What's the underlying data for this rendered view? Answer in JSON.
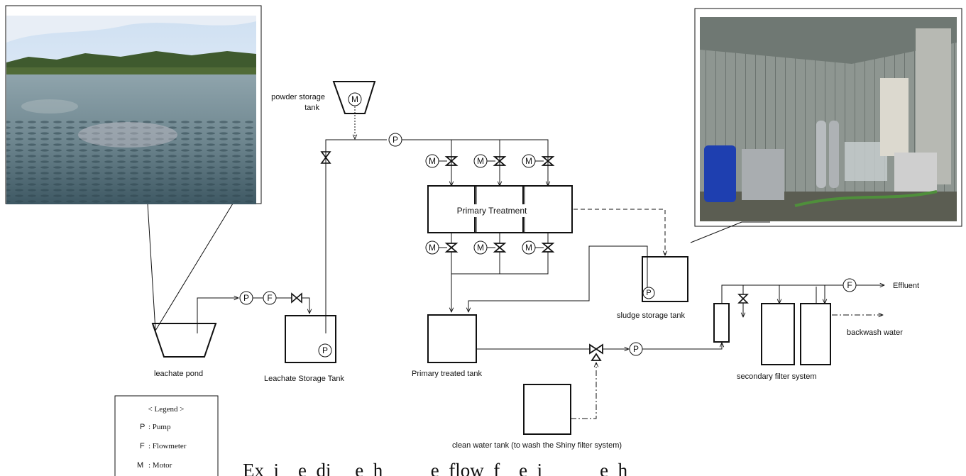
{
  "labels": {
    "powder_storage_tank": [
      "powder storage",
      "tank"
    ],
    "primary_treatment": "Primary Treatment",
    "sludge_storage_tank": "sludge storage tank",
    "effluent": "Effluent",
    "backwash_water": "backwash water",
    "leachate_pond": "leachate pond",
    "leachate_storage_tank": "Leachate Storage Tank",
    "primary_treated_tank": "Primary treated tank",
    "secondary_filter_system": "secondary filter system",
    "clean_water_tank": "clean water tank (to wash the Shiny filter system)"
  },
  "symbols": {
    "pump": "P",
    "flowmeter": "F",
    "motor": "M"
  },
  "legend": {
    "title": "< Legend >",
    "items": [
      {
        "symbol": "P",
        "text": ": Pump"
      },
      {
        "symbol": "F",
        "text": ": Flowmeter"
      },
      {
        "symbol": "M",
        "text": ": Motor"
      }
    ]
  },
  "caption": "Ex  i    e  di     e  h          e  flow  f    e  i            e  h",
  "photos": {
    "left": "leachate pond photo",
    "right": "treatment plant interior photo"
  }
}
